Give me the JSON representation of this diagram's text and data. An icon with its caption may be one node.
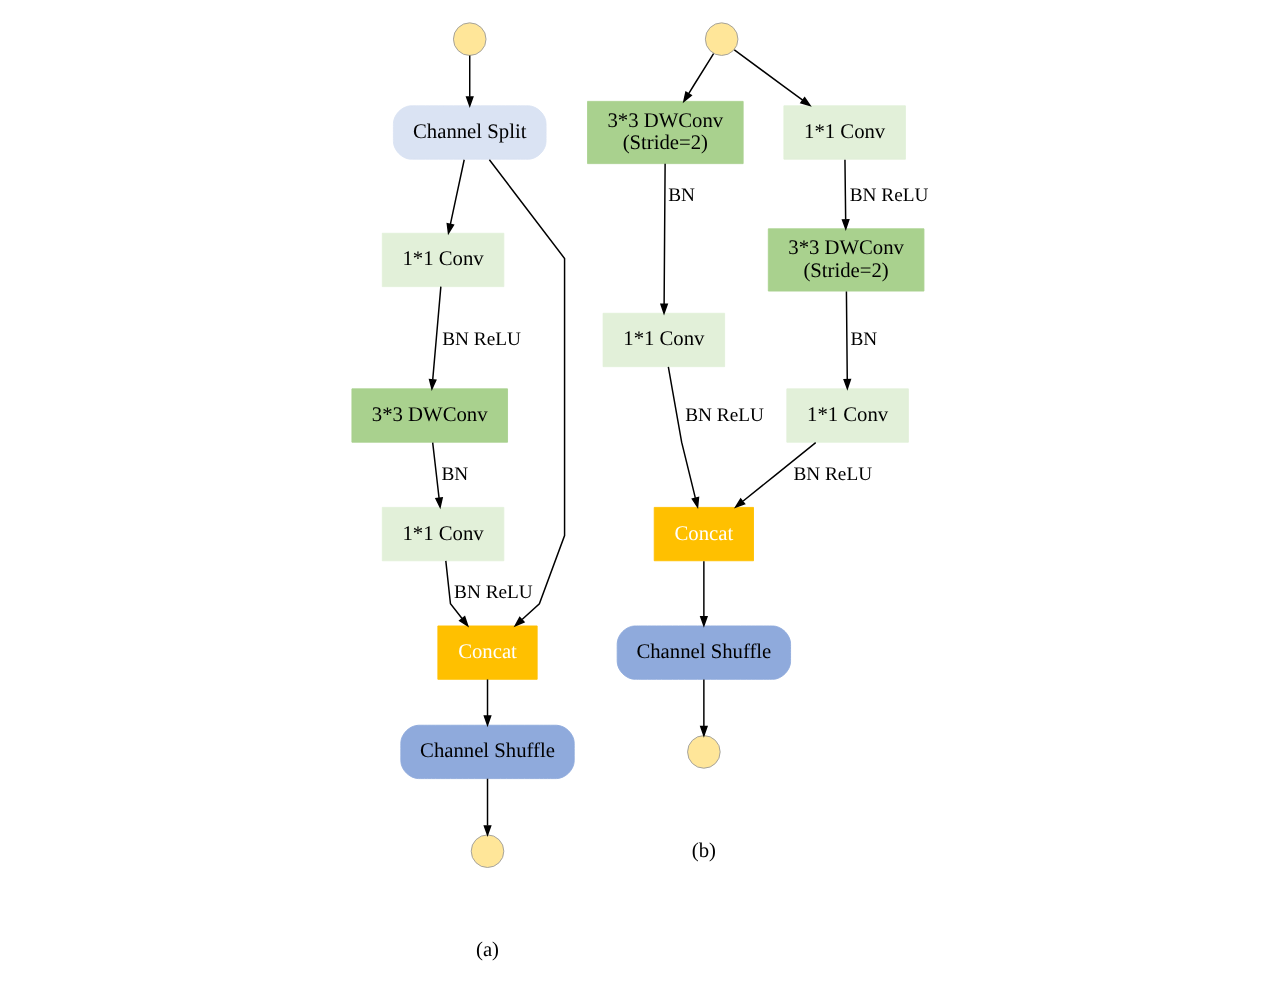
{
  "diagram": {
    "nodes": [
      {
        "text": [],
        "shape": "circle"
      },
      {
        "text": [
          "Channel Split"
        ]
      },
      {
        "text": [
          "1*1 Conv"
        ]
      },
      {
        "text": [
          "3*3 DWConv"
        ]
      },
      {
        "text": [
          "1*1 Conv"
        ]
      },
      {
        "text": [
          "Concat"
        ]
      },
      {
        "text": [
          "Channel Shuffle"
        ]
      },
      {
        "text": [],
        "shape": "circle"
      },
      {
        "text": [],
        "shape": "circle"
      },
      {
        "text": [
          "3*3 DWConv (Stride=2)"
        ]
      },
      {
        "text": [
          "1*1 Conv"
        ]
      },
      {
        "text": [
          "1*1 Conv"
        ]
      },
      {
        "text": [
          "3*3 DWConv (Stride=2)"
        ]
      },
      {
        "text": [
          "1*1 Conv"
        ]
      },
      {
        "text": [
          "Concat"
        ]
      },
      {
        "text": [
          "Channel Shuffle"
        ]
      },
      {
        "text": [],
        "shape": "circle"
      }
    ],
    "edges": [
      {
        "from": 0,
        "to": 1,
        "arrow": "to"
      },
      {
        "from": 1,
        "to": 2,
        "arrow": "to"
      },
      {
        "from": 2,
        "to": 3,
        "arrow": "to",
        "label": "BN ReLU"
      },
      {
        "from": 3,
        "to": 4,
        "arrow": "to",
        "label": "BN"
      },
      {
        "from": 4,
        "to": 5,
        "arrow": "to",
        "label": "BN ReLU"
      },
      {
        "from": 1,
        "to": 5,
        "arrow": "to"
      },
      {
        "from": 5,
        "to": 6,
        "arrow": "to"
      },
      {
        "from": 6,
        "to": 7,
        "arrow": "to"
      },
      {
        "from": 8,
        "to": 9,
        "arrow": "to"
      },
      {
        "from": 8,
        "to": 11,
        "arrow": "to"
      },
      {
        "from": 9,
        "to": 10,
        "arrow": "to",
        "label": "BN"
      },
      {
        "from": 10,
        "to": 14,
        "arrow": "to",
        "label": "BN ReLU"
      },
      {
        "from": 11,
        "to": 12,
        "arrow": "to",
        "label": "BN ReLU"
      },
      {
        "from": 12,
        "to": 13,
        "arrow": "to",
        "label": "BN"
      },
      {
        "from": 13,
        "to": 14,
        "arrow": "to",
        "label": "BN ReLU"
      },
      {
        "from": 14,
        "to": 15,
        "arrow": "to"
      },
      {
        "from": 15,
        "to": 16,
        "arrow": "to"
      }
    ],
    "labels": [
      "(a)",
      "(b)"
    ]
  }
}
